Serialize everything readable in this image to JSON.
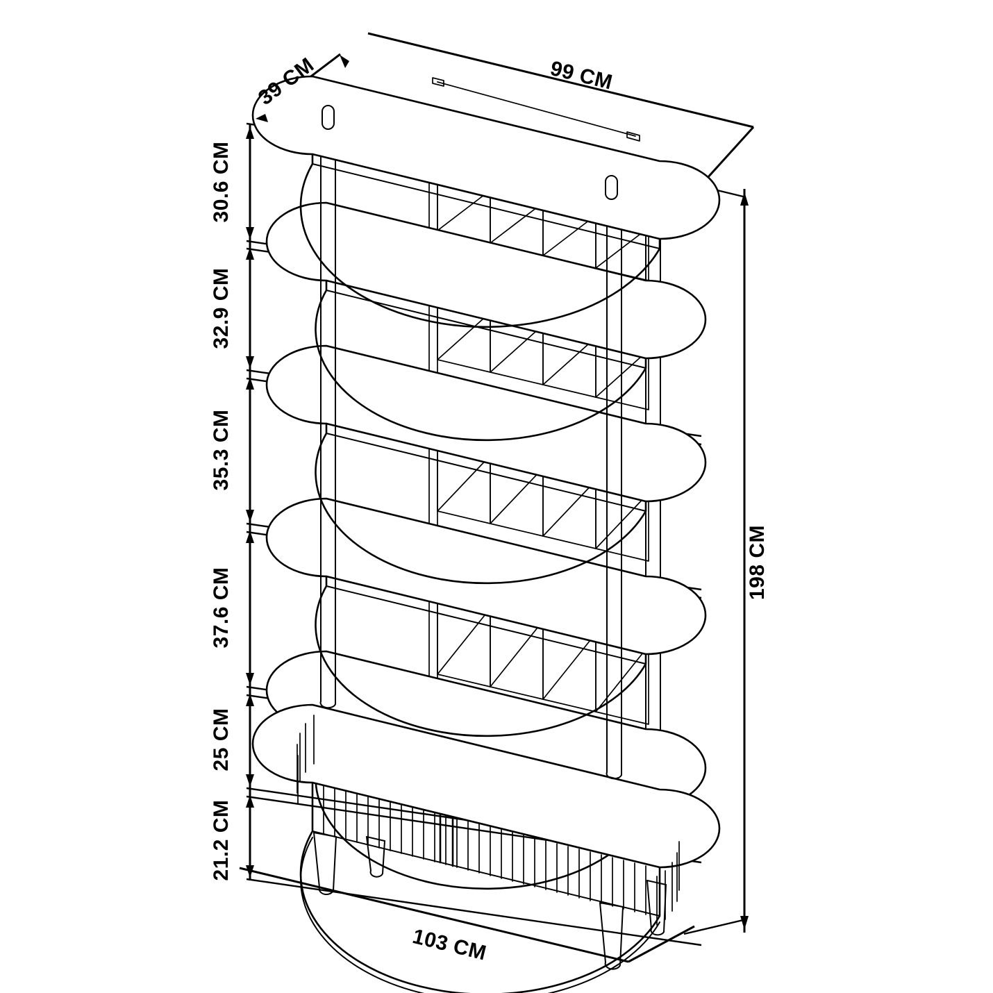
{
  "drawing": {
    "title": "Oval Etagere Bookcase Dimension Drawing",
    "view": "isometric-technical-line-drawing",
    "units": "CM",
    "background_color": "#ffffff",
    "line_color": "#000000"
  },
  "dimensions": {
    "overall_width": {
      "label": "99 CM",
      "value": 99,
      "unit": "CM",
      "position": "top-front-edge"
    },
    "overall_depth": {
      "label": "39 CM",
      "value": 39,
      "unit": "CM",
      "position": "top-left-edge"
    },
    "overall_height": {
      "label": "198 CM",
      "value": 198,
      "unit": "CM",
      "position": "right-vertical"
    },
    "base_width": {
      "label": "103 CM",
      "value": 103,
      "unit": "CM",
      "position": "bottom-front"
    }
  },
  "height_breakdown": [
    {
      "label": "30.6 CM",
      "value": 30.6,
      "unit": "CM",
      "segment": "shelf-1-to-shelf-2"
    },
    {
      "label": "32.9 CM",
      "value": 32.9,
      "unit": "CM",
      "segment": "shelf-2-to-shelf-3"
    },
    {
      "label": "35.3 CM",
      "value": 35.3,
      "unit": "CM",
      "segment": "shelf-3-to-shelf-4"
    },
    {
      "label": "37.6 CM",
      "value": 37.6,
      "unit": "CM",
      "segment": "shelf-4-to-cabinet-top"
    },
    {
      "label": "25 CM",
      "value": 25,
      "unit": "CM",
      "segment": "cabinet-body"
    },
    {
      "label": "21.2 CM",
      "value": 21.2,
      "unit": "CM",
      "segment": "legs"
    }
  ],
  "product": {
    "shelf_count": 5,
    "shelf_shape": "stadium-oval",
    "back_panel_pattern": "chevron-herringbone",
    "cabinet_front": "fluted-vertical-slats",
    "cabinet_doors": 2,
    "leg_count": 4,
    "leg_style": "tapered-round",
    "post_count": 4,
    "post_style": "round-dowel"
  }
}
